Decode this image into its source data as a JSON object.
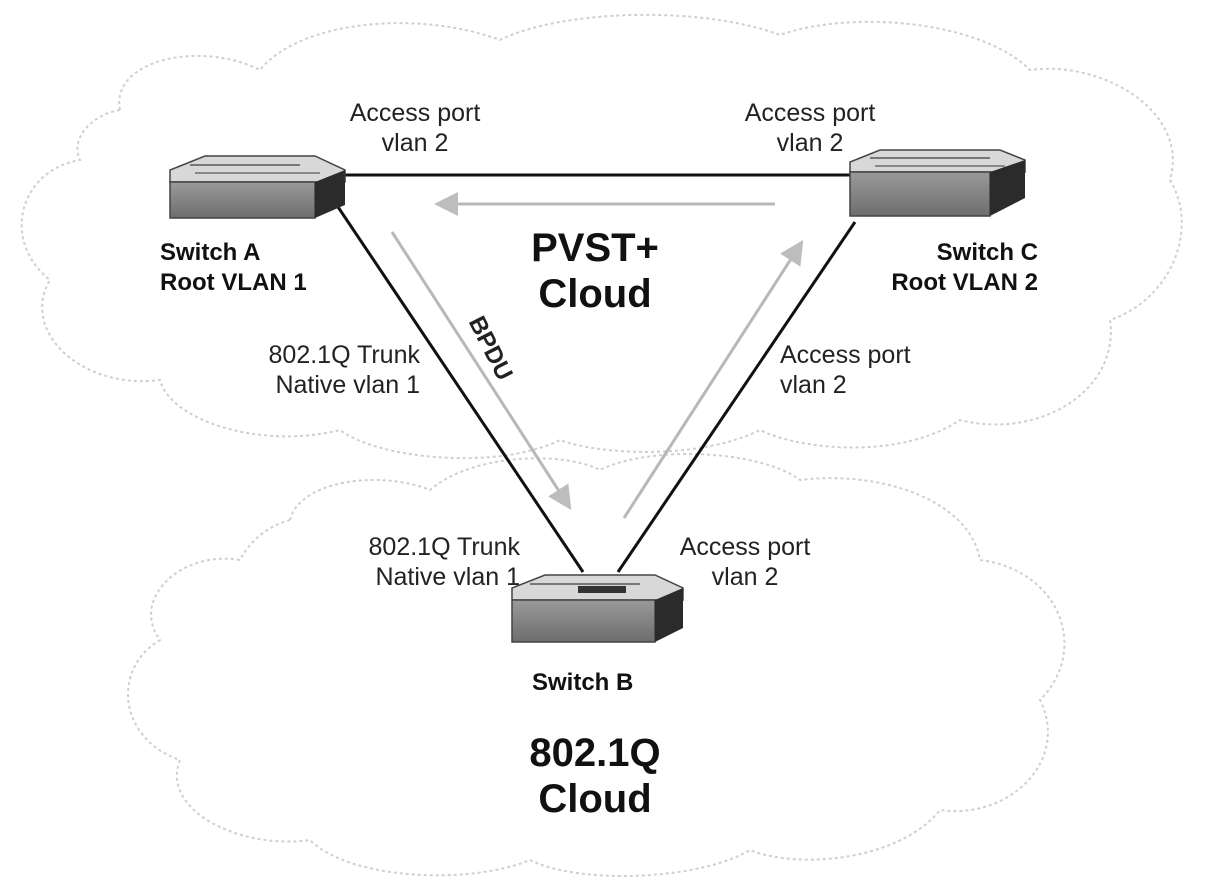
{
  "clouds": {
    "top": {
      "title_line1": "PVST+",
      "title_line2": "Cloud"
    },
    "bottom": {
      "title_line1": "802.1Q",
      "title_line2": "Cloud"
    }
  },
  "switches": {
    "a": {
      "name": "Switch A",
      "role": "Root VLAN 1"
    },
    "b": {
      "name": "Switch B"
    },
    "c": {
      "name": "Switch C",
      "role": "Root VLAN 2"
    }
  },
  "ports": {
    "a_top": {
      "line1": "Access port",
      "line2": "vlan 2"
    },
    "c_top": {
      "line1": "Access port",
      "line2": "vlan 2"
    },
    "a_trunk": {
      "line1": "802.1Q Trunk",
      "line2": "Native vlan 1"
    },
    "c_access": {
      "line1": "Access port",
      "line2": "vlan 2"
    },
    "b_trunk": {
      "line1": "802.1Q Trunk",
      "line2": "Native vlan 1"
    },
    "b_access": {
      "line1": "Access port",
      "line2": "vlan 2"
    }
  },
  "bpdu_label": "BPDU",
  "colors": {
    "link": "#111111",
    "arrow": "#b8b8b8",
    "cloud_edge": "#c9c9c9"
  },
  "icons": [
    "switch-icon",
    "cloud-shape",
    "bpdu-arrow"
  ]
}
